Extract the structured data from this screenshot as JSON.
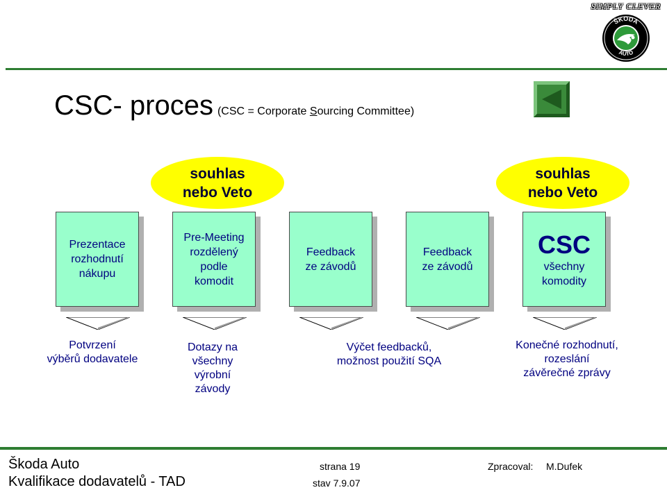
{
  "header": {
    "brand_text": "SIMPLY CLEVER",
    "logo_top": "ŠKODA",
    "logo_bottom": "AUTO",
    "title": "CSC- proces",
    "subtitle_prefix": "(CSC = Corporate ",
    "subtitle_underlined": "S",
    "subtitle_suffix": "ourcing Committee)"
  },
  "ellipses": [
    {
      "line1": "souhlas",
      "line2": "nebo Veto"
    },
    {
      "line1": "souhlas",
      "line2": "nebo Veto"
    }
  ],
  "boxes": [
    {
      "lines": [
        "Prezentace",
        "rozhodnutí",
        "nákupu"
      ]
    },
    {
      "lines": [
        "Pre-Meeting",
        "rozdělený",
        "podle",
        "komodit"
      ]
    },
    {
      "lines": [
        "Feedback",
        "ze závodů"
      ]
    },
    {
      "lines": [
        "Feedback",
        "ze závodů"
      ]
    },
    {
      "big": "CSC",
      "lines": [
        "všechny",
        "komodity"
      ]
    }
  ],
  "captions": [
    {
      "lines": [
        "Potvrzení",
        "výběrů dodavatele"
      ]
    },
    {
      "lines": [
        "Dotazy na",
        "všechny",
        "výrobní",
        "závody"
      ]
    },
    {
      "lines": [
        "Výčet feedbacků,",
        "možnost použití SQA"
      ]
    },
    {
      "lines": [
        "Konečné rozhodnutí,",
        "rozeslání",
        "závěrečné zprávy"
      ]
    }
  ],
  "footer": {
    "company": "Škoda Auto",
    "project": "Kvalifikace dodavatelů - TAD",
    "page": "strana 19",
    "date": "stav 7.9.07",
    "author_label": "Zpracoval:",
    "author": "M.Dufek"
  },
  "colors": {
    "accent_green": "#2e7d32",
    "box_fill": "#99ffcc",
    "ellipse_fill": "#ffff00",
    "text_navy": "#000080"
  }
}
